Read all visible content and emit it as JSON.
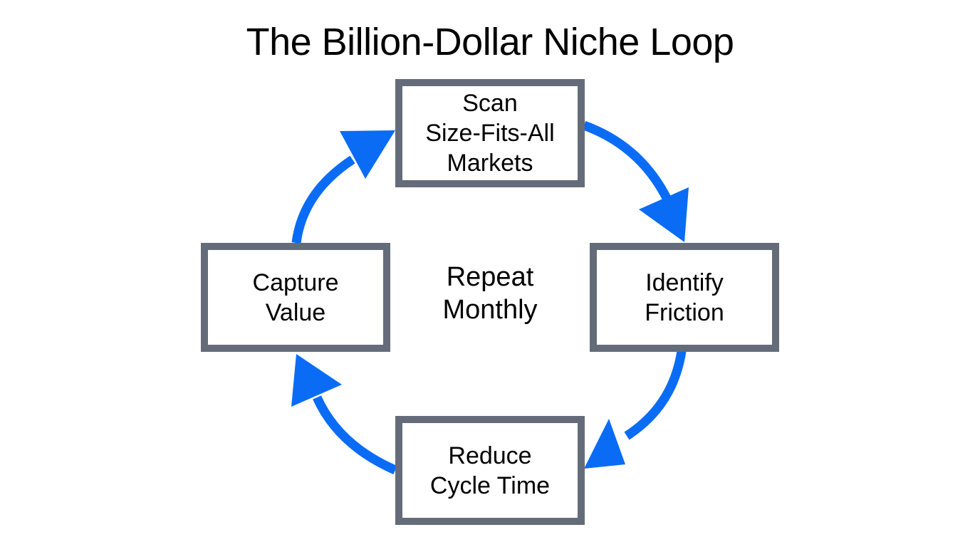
{
  "title": "The Billion-Dollar Niche Loop",
  "colors": {
    "arrow": "#0a6cf5",
    "box_border": "#646c7a",
    "text": "#000000",
    "background": "#ffffff"
  },
  "nodes": [
    {
      "id": "scan",
      "lines": [
        "Scan",
        "Size-Fits-All",
        "Markets"
      ],
      "position": "top"
    },
    {
      "id": "identify",
      "lines": [
        "Identify",
        "Friction"
      ],
      "position": "right"
    },
    {
      "id": "reduce",
      "lines": [
        "Reduce",
        "Cycle Time"
      ],
      "position": "bottom"
    },
    {
      "id": "capture",
      "lines": [
        "Capture",
        "Value"
      ],
      "position": "left"
    }
  ],
  "center": {
    "lines": [
      "Repeat",
      "Monthly"
    ]
  },
  "edges": [
    {
      "from": "scan",
      "to": "identify"
    },
    {
      "from": "identify",
      "to": "reduce"
    },
    {
      "from": "reduce",
      "to": "capture"
    },
    {
      "from": "capture",
      "to": "scan"
    }
  ]
}
